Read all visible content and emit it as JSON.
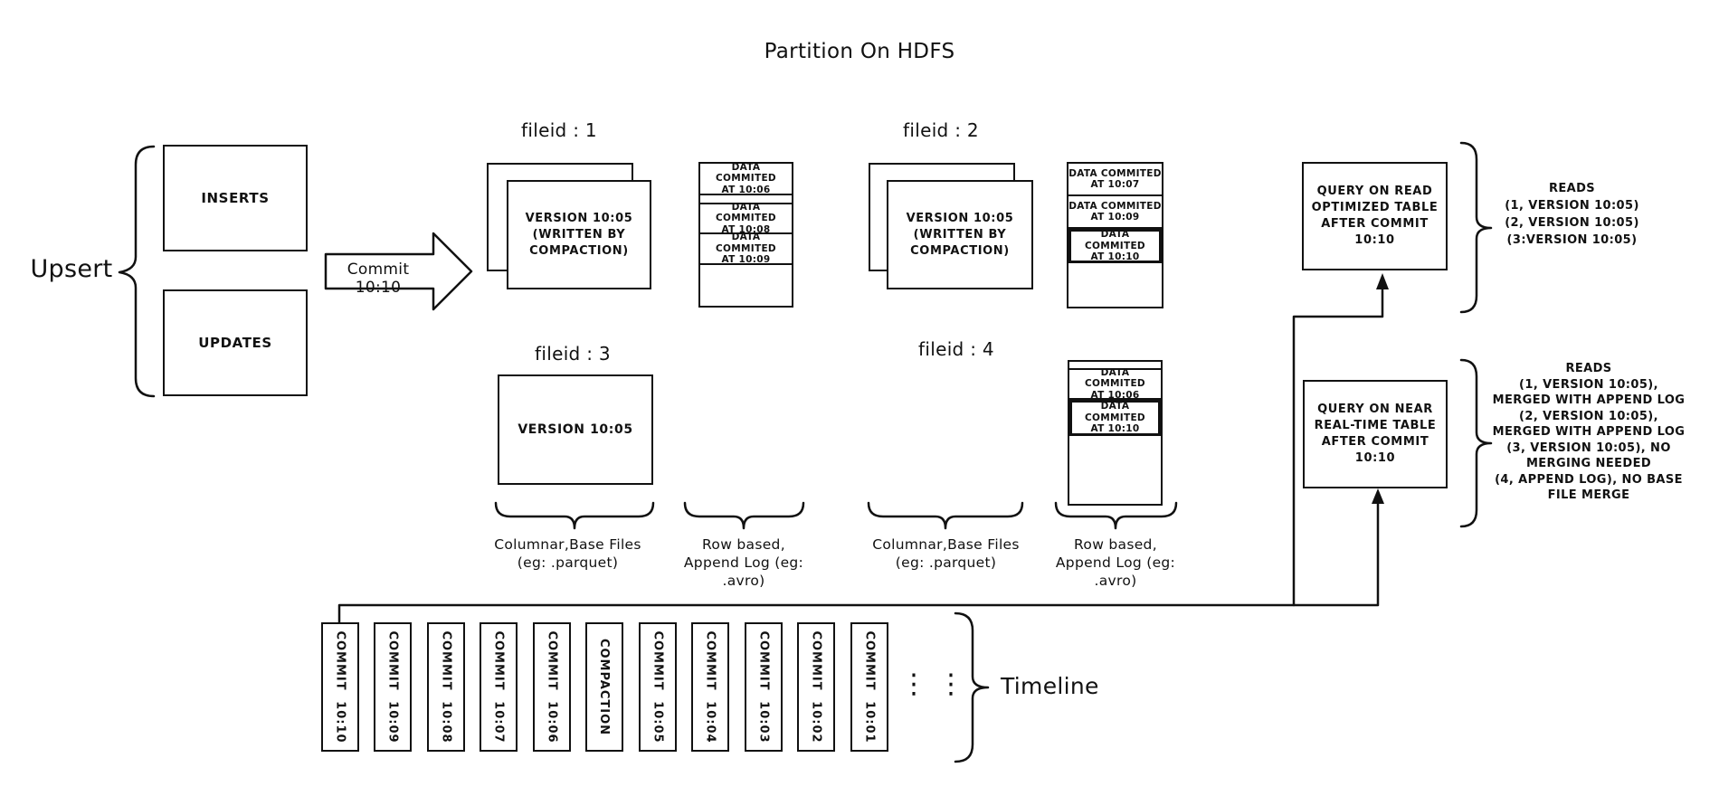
{
  "title": "Partition On HDFS",
  "upsert": {
    "label": "Upsert",
    "inserts": "INSERTS",
    "updates": "UPDATES"
  },
  "commit_arrow": {
    "label": "Commit 10:10"
  },
  "file_groups": {
    "fileid1": {
      "label": "fileid : 1",
      "base_file": "VERSION 10:05\n(WRITTEN BY\nCOMPACTION)",
      "log_segments": [
        "DATA COMMITED\nAT 10:06",
        "DATA COMMITED\nAT 10:08",
        "DATA COMMITED\nAT 10:09"
      ]
    },
    "fileid2": {
      "label": "fileid : 2",
      "base_file": "VERSION 10:05\n(WRITTEN BY\nCOMPACTION)",
      "log_segments": [
        "DATA COMMITED\nAT 10:07",
        "DATA COMMITED\nAT 10:09",
        "DATA COMMITED\nAT 10:10"
      ]
    },
    "fileid3": {
      "label": "fileid : 3",
      "base_file": "VERSION 10:05"
    },
    "fileid4": {
      "label": "fileid : 4",
      "log_segments": [
        "DATA COMMITED\nAT 10:06",
        "DATA COMMITED\nAT 10:10"
      ]
    }
  },
  "column_labels": {
    "columnar1": "Columnar,Base Files\n(eg: .parquet)",
    "row1": "Row based,\nAppend Log  (eg:\n.avro)",
    "columnar2": "Columnar,Base Files\n(eg: .parquet)",
    "row2": "Row based,\nAppend Log  (eg:\n.avro)"
  },
  "queries": {
    "read_optimized": {
      "box": "QUERY ON READ\nOPTIMIZED TABLE\nAFTER COMMIT\n10:10",
      "reads": "READS\n(1, VERSION 10:05)\n(2, VERSION 10:05)\n(3:VERSION 10:05)"
    },
    "near_realtime": {
      "box": "QUERY ON NEAR\nREAL-TIME TABLE\nAFTER COMMIT\n10:10",
      "reads": "READS\n(1, VERSION 10:05),\nMERGED WITH APPEND LOG\n(2, VERSION 10:05),\nMERGED WITH APPEND LOG\n(3, VERSION 10:05), NO\nMERGING NEEDED\n(4, APPEND LOG), NO BASE\nFILE MERGE"
    }
  },
  "timeline": {
    "label": "Timeline",
    "ellipsis": "⋮",
    "items": [
      {
        "label": "COMMIT 10:10"
      },
      {
        "label": "COMMIT 10:09"
      },
      {
        "label": "COMMIT 10:08"
      },
      {
        "label": "COMMIT 10:07"
      },
      {
        "label": "COMMIT 10:06"
      },
      {
        "label": "COMPACTION"
      },
      {
        "label": "COMMIT 10:05"
      },
      {
        "label": "COMMIT 10:04"
      },
      {
        "label": "COMMIT 10:03"
      },
      {
        "label": "COMMIT 10:02"
      },
      {
        "label": "COMMIT 10:01"
      }
    ]
  }
}
